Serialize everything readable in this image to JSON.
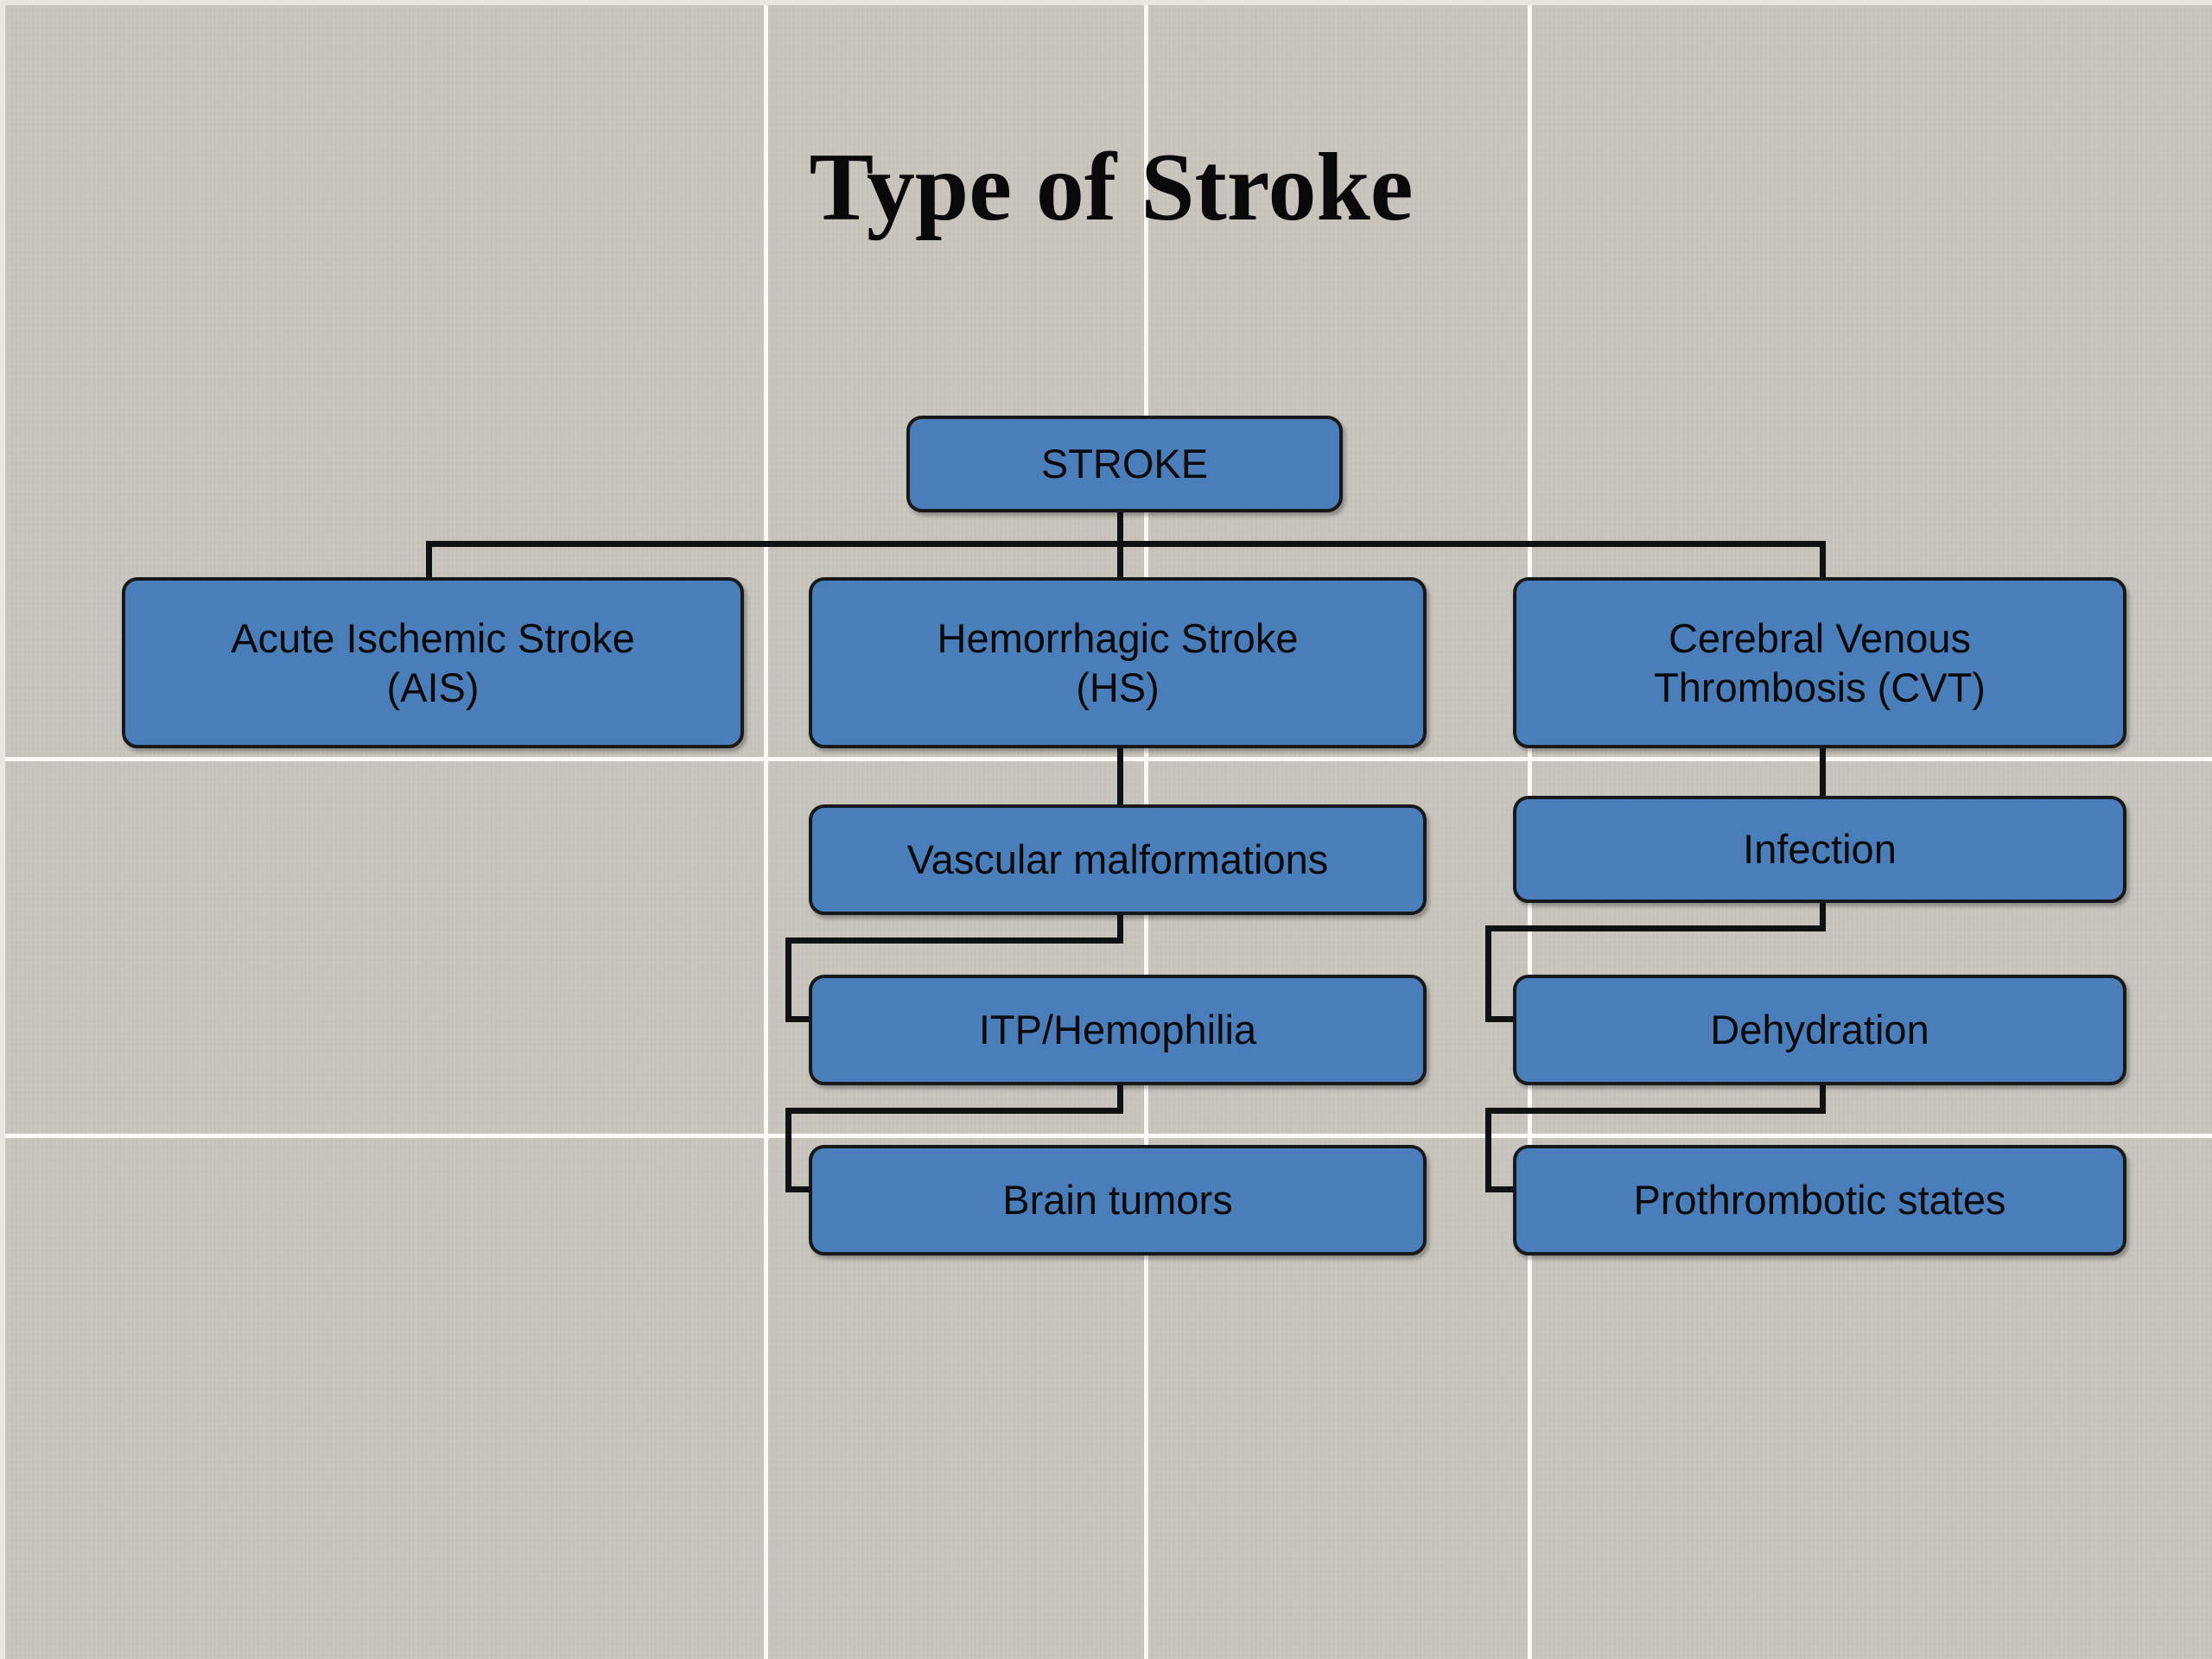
{
  "slide": {
    "title": "Type of Stroke",
    "background_color": "#c9c6be",
    "grid_color": "#fbfaf7",
    "node_fill_color": "#4a7ebb",
    "node_border_color": "#17181a",
    "connector_color": "#101113"
  },
  "diagram": {
    "type": "hierarchy-tree",
    "root": {
      "label": "STROKE"
    },
    "branches": [
      {
        "label": "Acute Ischemic Stroke\n(AIS)",
        "abbreviation": "AIS",
        "children": []
      },
      {
        "label": "Hemorrhagic Stroke\n(HS)",
        "abbreviation": "HS",
        "children": [
          {
            "label": "Vascular malformations"
          },
          {
            "label": "ITP/Hemophilia"
          },
          {
            "label": "Brain tumors"
          }
        ]
      },
      {
        "label": "Cerebral Venous\nThrombosis (CVT)",
        "abbreviation": "CVT",
        "children": [
          {
            "label": "Infection"
          },
          {
            "label": "Dehydration"
          },
          {
            "label": "Prothrombotic states"
          }
        ]
      }
    ]
  }
}
